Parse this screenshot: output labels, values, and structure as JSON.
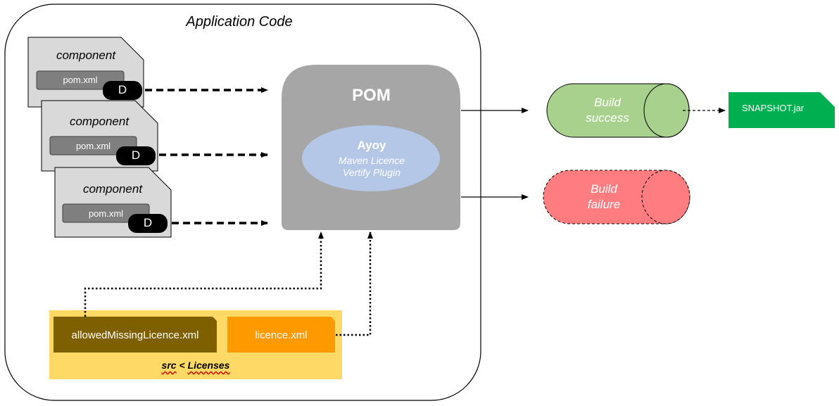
{
  "title": "Application Code",
  "components": [
    {
      "label": "component",
      "file": "pom.xml",
      "badge": "D"
    },
    {
      "label": "component",
      "file": "pom.xml",
      "badge": "D"
    },
    {
      "label": "component",
      "file": "pom.xml",
      "badge": "D"
    }
  ],
  "pom": {
    "title": "POM",
    "plugin_name": "Ayoy",
    "plugin_desc_line1": "Maven Licence",
    "plugin_desc_line2": "Vertify Plugin"
  },
  "outcomes": {
    "success_line1": "Build",
    "success_line2": "success",
    "failure_line1": "Build",
    "failure_line2": "failure",
    "artifact": "SNAPSHOT.jar"
  },
  "licenses": {
    "allowed_file": "allowedMissingLicence.xml",
    "licence_file": "licence.xml",
    "folder_src": "src",
    "folder_sep": " < ",
    "folder_name": "Licenses"
  },
  "colors": {
    "component_fill": "#d9d9d9",
    "pom_fill": "#a6a6a6",
    "plugin_fill": "#b4c7e7",
    "success_fill": "#a9d18e",
    "failure_fill": "#ff7c80",
    "artifact_fill": "#00b050",
    "licenses_panel": "#ffd966",
    "allowed_fill": "#7f6000",
    "licence_fill": "#ff9900"
  }
}
